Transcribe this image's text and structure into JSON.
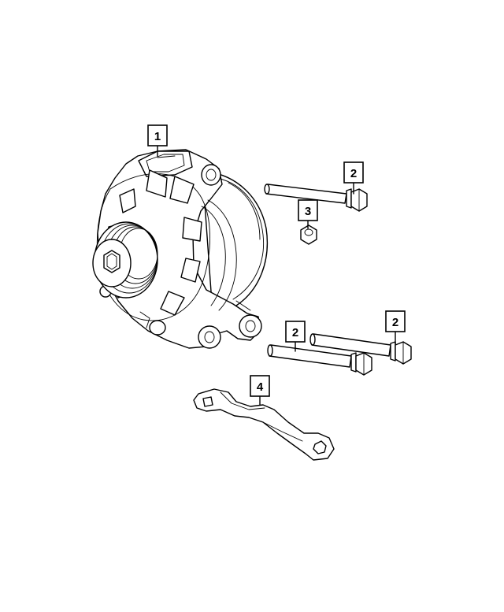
{
  "callouts": {
    "alternator": "1",
    "bolt_upper": "2",
    "washer": "3",
    "bolt_lower_left": "2",
    "bolt_lower_right": "2",
    "bracket": "4"
  }
}
